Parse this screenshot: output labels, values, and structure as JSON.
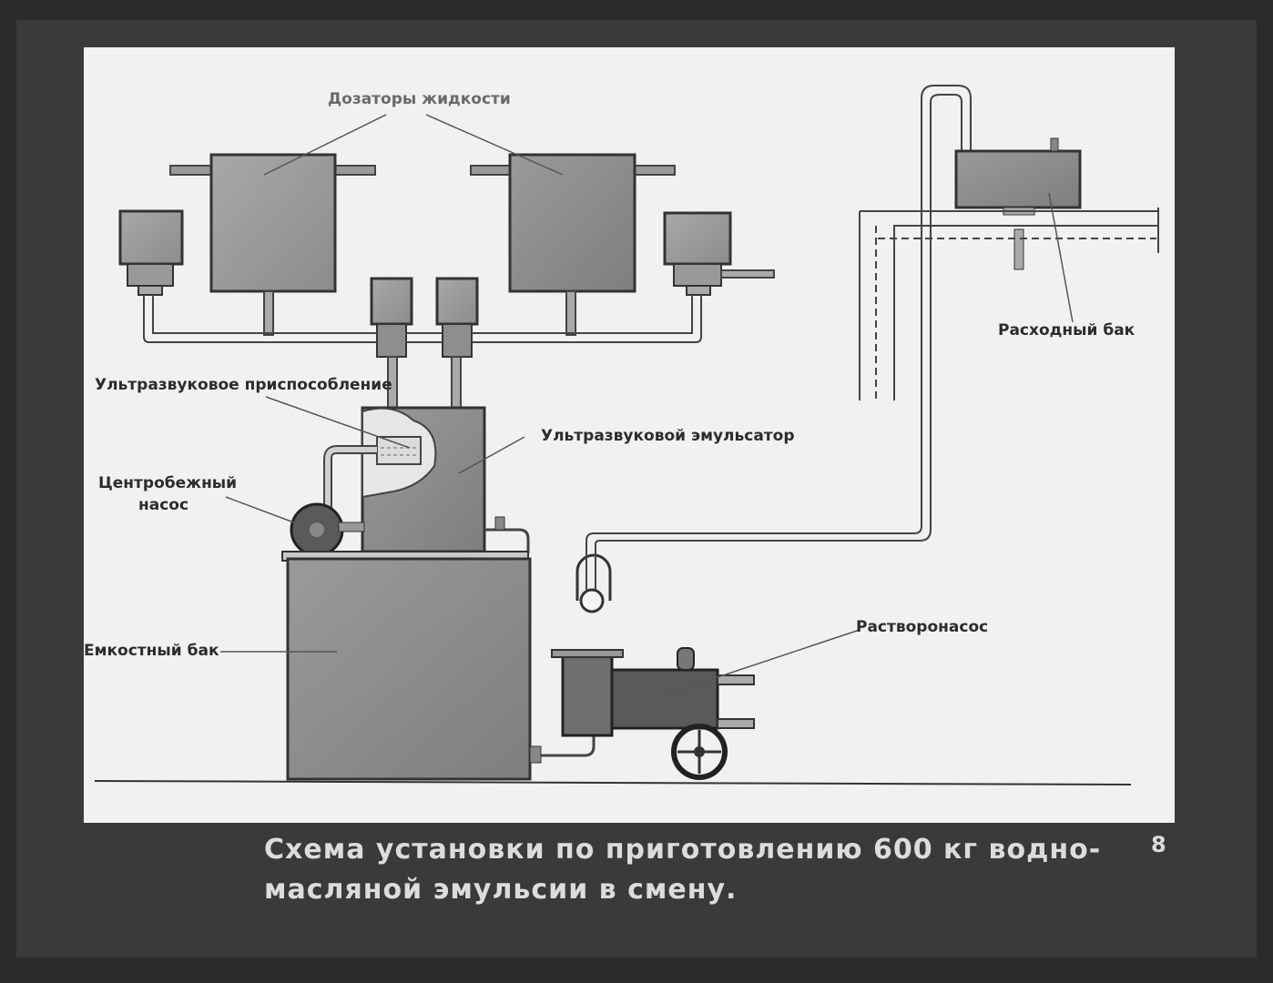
{
  "labels": {
    "dosing": "Дозаторы жидкости",
    "ultrasonic_device": "Ультразвуковое приспособление",
    "ultrasonic_emulsifier": "Ультразвуковой эмульсатор",
    "centrifugal_pump_line1": "Центробежный",
    "centrifugal_pump_line2": "насос",
    "storage_tank": "Емкостный бак",
    "mortar_pump": "Растворонасос",
    "supply_tank": "Расходный бак"
  },
  "caption": {
    "line1": "Схема установки по приготовлению 600 кг водно-",
    "line2": "масляной эмульсии в смену."
  },
  "slide_number": "8"
}
